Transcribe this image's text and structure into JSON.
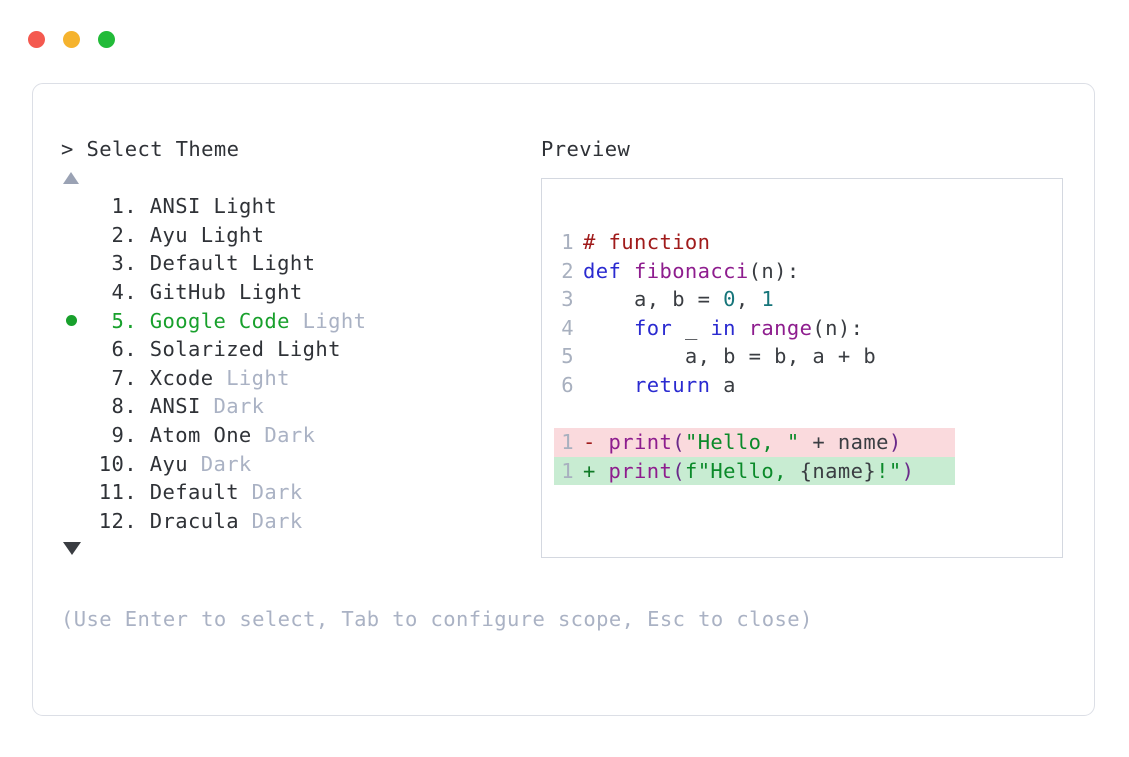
{
  "window": {
    "dots": [
      {
        "name": "close-dot",
        "color": "#f4594f"
      },
      {
        "name": "minimize-dot",
        "color": "#f5b32e"
      },
      {
        "name": "maximize-dot",
        "color": "#22bb39"
      }
    ]
  },
  "left": {
    "prompt_symbol": ">",
    "prompt_label": "Select Theme",
    "prompt_line": "> Select Theme",
    "scroll_up_icon": "triangle-up-icon",
    "scroll_down_icon": "triangle-down-icon",
    "selected_index": 5,
    "selected_marker": "●",
    "items": [
      {
        "index": " 1.",
        "name": "ANSI",
        "variant": " Light",
        "variant_muted": false,
        "selected": false
      },
      {
        "index": " 2.",
        "name": "Ayu",
        "variant": " Light",
        "variant_muted": false,
        "selected": false
      },
      {
        "index": " 3.",
        "name": "Default",
        "variant": " Light",
        "variant_muted": false,
        "selected": false
      },
      {
        "index": " 4.",
        "name": "GitHub",
        "variant": " Light",
        "variant_muted": false,
        "selected": false
      },
      {
        "index": " 5.",
        "name": "Google Code",
        "variant": " Light",
        "variant_muted": true,
        "selected": true
      },
      {
        "index": " 6.",
        "name": "Solarized",
        "variant": " Light",
        "variant_muted": false,
        "selected": false
      },
      {
        "index": " 7.",
        "name": "Xcode",
        "variant": " Light",
        "variant_muted": true,
        "selected": false
      },
      {
        "index": " 8.",
        "name": "ANSI",
        "variant": " Dark",
        "variant_muted": true,
        "selected": false
      },
      {
        "index": " 9.",
        "name": "Atom One",
        "variant": " Dark",
        "variant_muted": true,
        "selected": false
      },
      {
        "index": "10.",
        "name": "Ayu",
        "variant": " Dark",
        "variant_muted": true,
        "selected": false
      },
      {
        "index": "11.",
        "name": "Default",
        "variant": " Dark",
        "variant_muted": true,
        "selected": false
      },
      {
        "index": "12.",
        "name": "Dracula",
        "variant": " Dark",
        "variant_muted": true,
        "selected": false
      }
    ],
    "hint": "(Use Enter to select, Tab to configure scope, Esc to close)"
  },
  "right": {
    "preview_label": "Preview",
    "code_lines": [
      {
        "ln": "1",
        "tokens": [
          {
            "t": "# function",
            "c": "tok-comment"
          }
        ]
      },
      {
        "ln": "2",
        "tokens": [
          {
            "t": "def ",
            "c": "tok-keyword"
          },
          {
            "t": "fibonacci",
            "c": "tok-func"
          },
          {
            "t": "(n):",
            "c": "tok-plain"
          }
        ]
      },
      {
        "ln": "3",
        "tokens": [
          {
            "t": "    a, b = ",
            "c": "tok-plain"
          },
          {
            "t": "0",
            "c": "tok-number"
          },
          {
            "t": ", ",
            "c": "tok-plain"
          },
          {
            "t": "1",
            "c": "tok-number"
          }
        ]
      },
      {
        "ln": "4",
        "tokens": [
          {
            "t": "    ",
            "c": "tok-plain"
          },
          {
            "t": "for",
            "c": "tok-keyword"
          },
          {
            "t": " _ ",
            "c": "tok-plain"
          },
          {
            "t": "in",
            "c": "tok-keyword"
          },
          {
            "t": " ",
            "c": "tok-plain"
          },
          {
            "t": "range",
            "c": "tok-func"
          },
          {
            "t": "(n):",
            "c": "tok-plain"
          }
        ]
      },
      {
        "ln": "5",
        "tokens": [
          {
            "t": "        a, b = b, a + b",
            "c": "tok-plain"
          }
        ]
      },
      {
        "ln": "6",
        "tokens": [
          {
            "t": "    ",
            "c": "tok-plain"
          },
          {
            "t": "return",
            "c": "tok-keyword"
          },
          {
            "t": " a",
            "c": "tok-plain"
          }
        ]
      }
    ],
    "diff_lines": [
      {
        "kind": "diff-del",
        "ln": "1",
        "tokens": [
          {
            "t": "- ",
            "c": "tok-delmark"
          },
          {
            "t": "print",
            "c": "tok-func"
          },
          {
            "t": "(",
            "c": "tok-punct"
          },
          {
            "t": "\"Hello, \"",
            "c": "tok-string"
          },
          {
            "t": " + name",
            "c": "tok-plain"
          },
          {
            "t": ")",
            "c": "tok-punct"
          }
        ]
      },
      {
        "kind": "diff-add",
        "ln": "1",
        "tokens": [
          {
            "t": "+ ",
            "c": "tok-addmark"
          },
          {
            "t": "print",
            "c": "tok-func"
          },
          {
            "t": "(",
            "c": "tok-punct"
          },
          {
            "t": "f\"Hello, ",
            "c": "tok-string"
          },
          {
            "t": "{name}",
            "c": "tok-plain"
          },
          {
            "t": "!\"",
            "c": "tok-string"
          },
          {
            "t": ")",
            "c": "tok-punct"
          }
        ]
      }
    ]
  }
}
